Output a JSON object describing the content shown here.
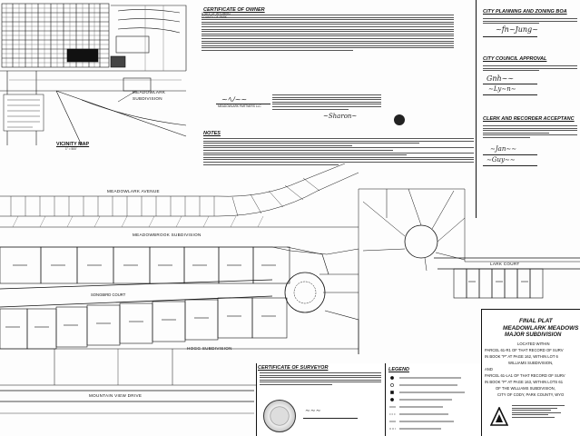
{
  "vicinity_map": {
    "subdivision_label_1": "MEADOWLARK",
    "subdivision_label_2": "SUBDIVISION",
    "title": "VICINITY MAP",
    "scale": "1\" = 500'"
  },
  "certificate_owner": {
    "header": "CERTIFICATE OF OWNER",
    "state_label": "STATE OF WYOMING",
    "county_label": "COUNTY OF PARK",
    "owner_name": "MEADOWLARK PARTNERS LLC"
  },
  "notes": {
    "header": "NOTES"
  },
  "city_planning": {
    "header": "CITY PLANNING AND ZONING BOA"
  },
  "city_council": {
    "header": "CITY COUNCIL APPROVAL"
  },
  "clerk_recorder": {
    "header": "CLERK AND RECORDER ACCEPTANC"
  },
  "plat": {
    "street_meadowlark": "MEADOWLARK AVENUE",
    "meadowbrook": "MEADOWBROOK SUBDIVISION",
    "street_lark": "LARK COURT",
    "hogg": "HOGG SUBDIVISION",
    "mountain_view": "MOUNTAIN VIEW DRIVE",
    "court_label": "SONGBIRD COURT"
  },
  "certificate_surveyor": {
    "header": "CERTIFICATE OF SURVEYOR"
  },
  "legend": {
    "header": "LEGEND"
  },
  "title_block": {
    "line1": "FINAL PLAT",
    "line2": "MEADOWLARK MEADOWS",
    "line3": "MAJOR SUBDIVISION",
    "located_within": "LOCATED WITHIN",
    "parcel_a1": "PARCEL 61-R1 OF THAT RECORD OF SURV",
    "parcel_a2": "IN BOOK \"P\" AT PAGE 162, WITHIN LOT 6",
    "parcel_a3": "WILLIAMS SUBDIVISION,",
    "and": "AND",
    "parcel_b1": "PARCEL 61-LA1 OF THAT RECORD OF SURV",
    "parcel_b2": "IN BOOK \"P\" AT PAGE 163, WITHIN LOTS 61",
    "parcel_b3": "OF THE WILLIAMS SUBDIVISION,",
    "parcel_b4": "CITY OF CODY, PARK COUNTY, WYO"
  }
}
